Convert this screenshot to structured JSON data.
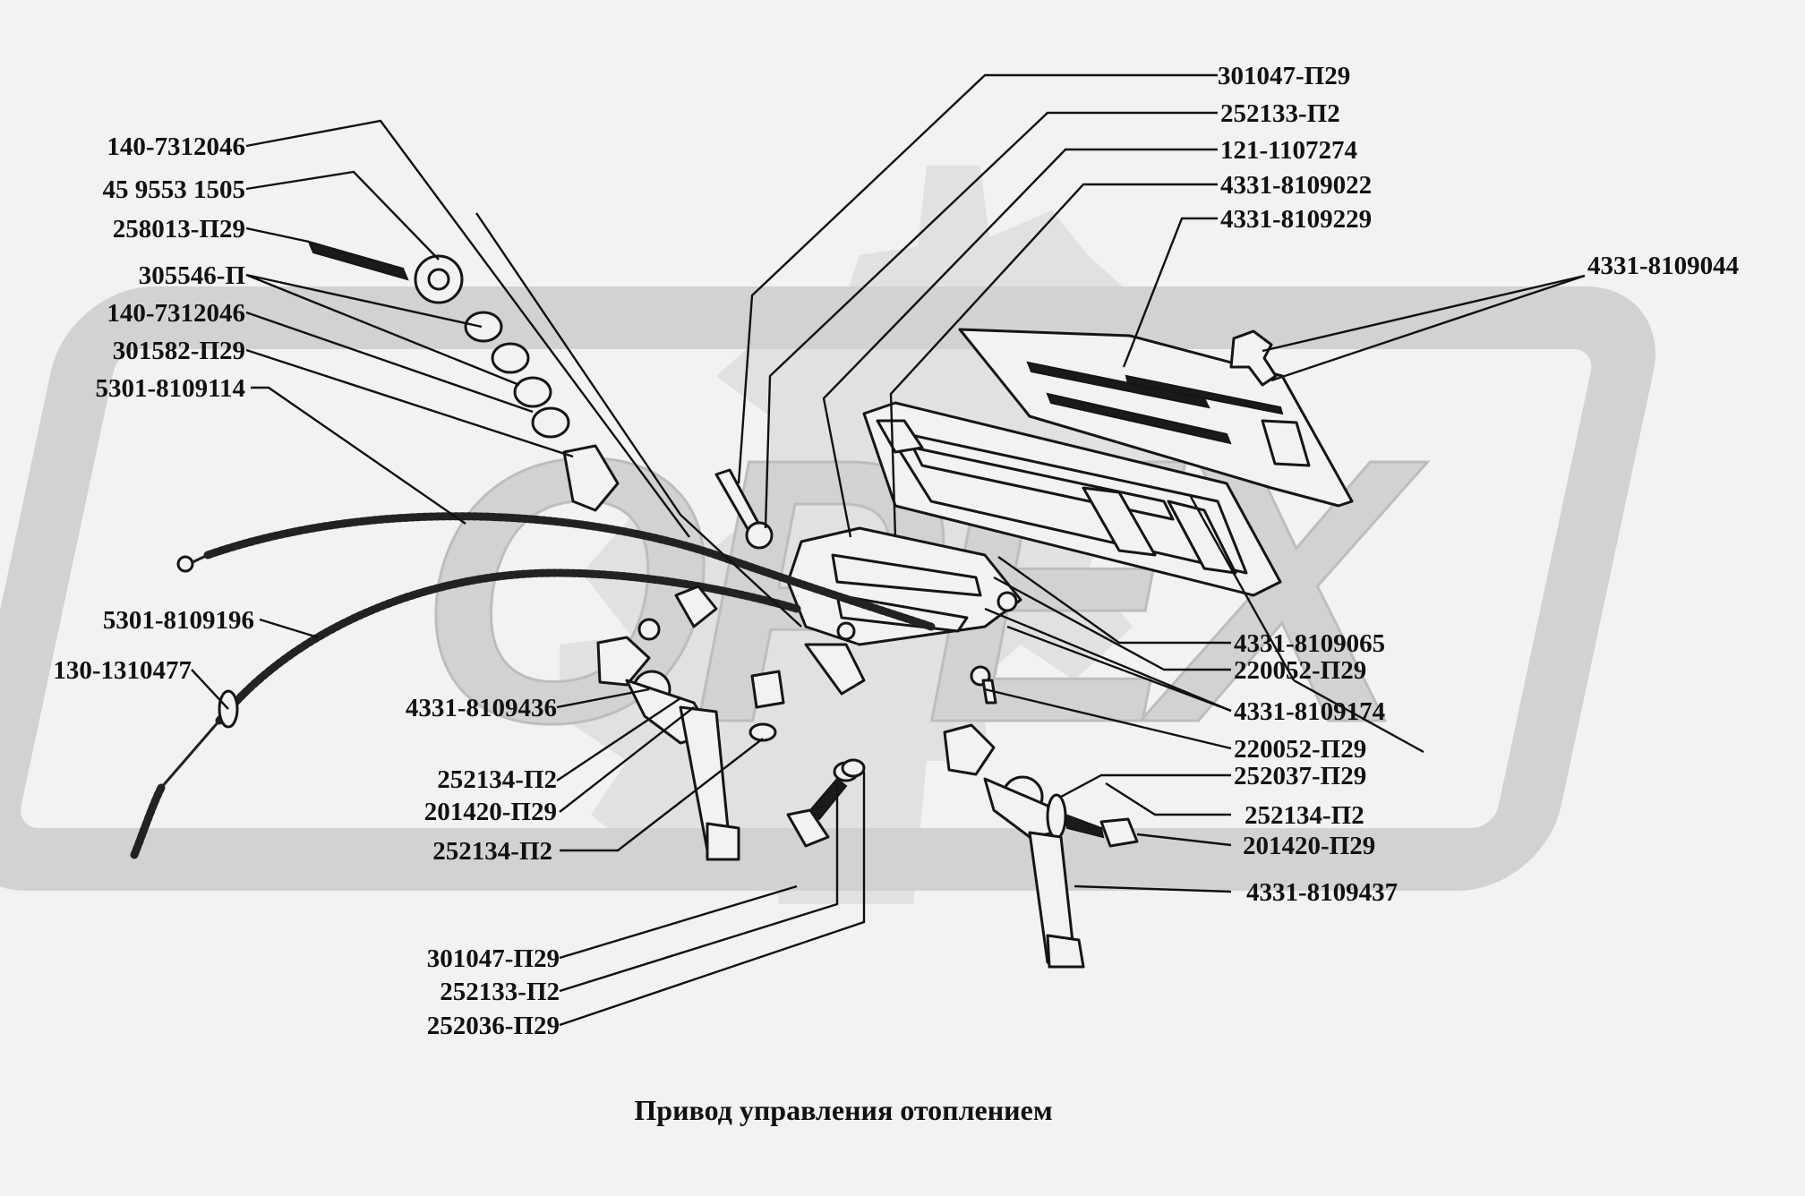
{
  "title": "Привод управления отоплением",
  "watermark": "OPEX",
  "colors": {
    "background": "#f2f2f0",
    "ink": "#111111",
    "watermark": "#d5d5d3"
  },
  "labels": [
    {
      "id": "l1",
      "text": "301047-П29"
    },
    {
      "id": "l2",
      "text": "252133-П2"
    },
    {
      "id": "l3",
      "text": "121-1107274"
    },
    {
      "id": "l4",
      "text": "4331-8109022"
    },
    {
      "id": "l5",
      "text": "4331-8109229"
    },
    {
      "id": "l6",
      "text": "4331-8109044"
    },
    {
      "id": "l7",
      "text": "140-7312046"
    },
    {
      "id": "l8",
      "text": "45 9553 1505"
    },
    {
      "id": "l9",
      "text": "258013-П29"
    },
    {
      "id": "l10",
      "text": "305546-П"
    },
    {
      "id": "l11",
      "text": "140-7312046"
    },
    {
      "id": "l12",
      "text": "301582-П29"
    },
    {
      "id": "l13",
      "text": "5301-8109114"
    },
    {
      "id": "l14",
      "text": "5301-8109196"
    },
    {
      "id": "l15",
      "text": "130-1310477"
    },
    {
      "id": "l16",
      "text": "4331-8109436"
    },
    {
      "id": "l17",
      "text": "252134-П2"
    },
    {
      "id": "l18",
      "text": "201420-П29"
    },
    {
      "id": "l19",
      "text": "252134-П2"
    },
    {
      "id": "l20",
      "text": "4331-8109065"
    },
    {
      "id": "l21",
      "text": "220052-П29"
    },
    {
      "id": "l22",
      "text": "4331-8109174"
    },
    {
      "id": "l23",
      "text": "220052-П29"
    },
    {
      "id": "l24",
      "text": "252037-П29"
    },
    {
      "id": "l25",
      "text": "252134-П2"
    },
    {
      "id": "l26",
      "text": "201420-П29"
    },
    {
      "id": "l27",
      "text": "4331-8109437"
    },
    {
      "id": "l28",
      "text": "301047-П29"
    },
    {
      "id": "l29",
      "text": "252133-П2"
    },
    {
      "id": "l30",
      "text": "252036-П29"
    }
  ]
}
